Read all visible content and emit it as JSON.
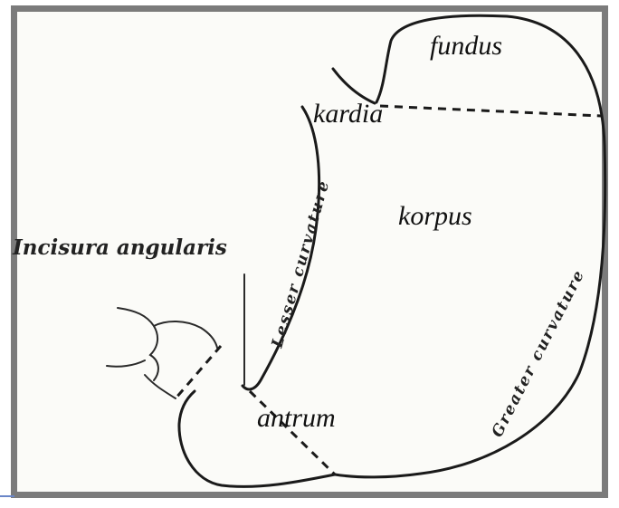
{
  "labels": {
    "fundus": "fundus",
    "kardia": "kardia",
    "korpus": "korpus",
    "antrum": "antrum",
    "incisura": "Incisura angularis",
    "lesser_curvature": "Lesser curvature",
    "greater_curvature": "Greater curvature"
  },
  "colors": {
    "frame": "#7b7b7b",
    "background": "#fbfbf8",
    "ink": "#1a1a1a"
  }
}
